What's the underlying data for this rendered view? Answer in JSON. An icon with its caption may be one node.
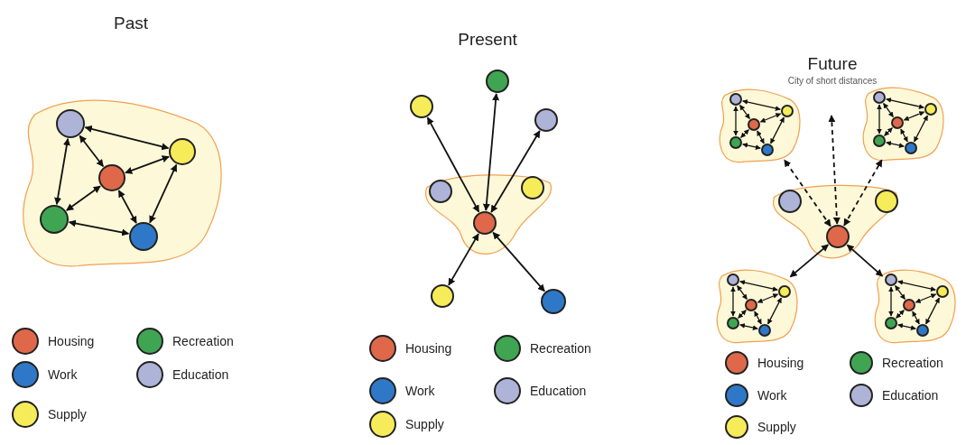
{
  "diagram": {
    "nodes": [
      {
        "text": [],
        "shape": "blob"
      },
      {
        "text": [],
        "shape": "circle",
        "in": 0
      },
      {
        "text": [],
        "shape": "circle",
        "in": 0
      },
      {
        "text": [],
        "shape": "circle",
        "in": 0
      },
      {
        "text": [],
        "shape": "circle",
        "in": 0
      },
      {
        "text": [],
        "shape": "circle",
        "in": 0
      },
      {
        "text": [],
        "shape": "circle"
      },
      {
        "text": [],
        "shape": "circle"
      },
      {
        "text": [],
        "shape": "circle"
      },
      {
        "text": [],
        "shape": "blob"
      },
      {
        "text": [],
        "shape": "circle",
        "in": 9
      },
      {
        "text": [],
        "shape": "circle",
        "in": 9
      },
      {
        "text": [],
        "shape": "circle",
        "in": 9
      },
      {
        "text": [],
        "shape": "circle"
      },
      {
        "text": [],
        "shape": "circle"
      },
      {
        "text": [],
        "shape": "blob"
      },
      {
        "text": [],
        "shape": "circle",
        "in": 15
      },
      {
        "text": [],
        "shape": "circle",
        "in": 15
      },
      {
        "text": [],
        "shape": "circle",
        "in": 15
      },
      {
        "text": [],
        "shape": "circle",
        "in": 15
      },
      {
        "text": [],
        "shape": "circle",
        "in": 15
      },
      {
        "text": [],
        "shape": "blob"
      },
      {
        "text": [],
        "shape": "circle",
        "in": 21
      },
      {
        "text": [],
        "shape": "circle",
        "in": 21
      },
      {
        "text": [],
        "shape": "circle",
        "in": 21
      },
      {
        "text": [],
        "shape": "circle",
        "in": 21
      },
      {
        "text": [],
        "shape": "circle",
        "in": 21
      },
      {
        "text": [],
        "shape": "blob"
      },
      {
        "text": [],
        "shape": "circle",
        "in": 27
      },
      {
        "text": [],
        "shape": "circle",
        "in": 27
      },
      {
        "text": [],
        "shape": "circle",
        "in": 27
      },
      {
        "text": [],
        "shape": "blob"
      },
      {
        "text": [],
        "shape": "circle",
        "in": 31
      },
      {
        "text": [],
        "shape": "circle",
        "in": 31
      },
      {
        "text": [],
        "shape": "circle",
        "in": 31
      },
      {
        "text": [],
        "shape": "circle",
        "in": 31
      },
      {
        "text": [],
        "shape": "circle",
        "in": 31
      },
      {
        "text": [],
        "shape": "blob"
      },
      {
        "text": [],
        "shape": "circle",
        "in": 37
      },
      {
        "text": [],
        "shape": "circle",
        "in": 37
      },
      {
        "text": [],
        "shape": "circle",
        "in": 37
      },
      {
        "text": [],
        "shape": "circle",
        "in": 37
      },
      {
        "text": [],
        "shape": "circle",
        "in": 37
      }
    ],
    "edges": [
      {
        "from": 1,
        "to": 2,
        "arrow": "both"
      },
      {
        "from": 1,
        "to": 3,
        "arrow": "both"
      },
      {
        "from": 1,
        "to": 4,
        "arrow": "both"
      },
      {
        "from": 2,
        "to": 3,
        "arrow": "both"
      },
      {
        "from": 2,
        "to": 5,
        "arrow": "both"
      },
      {
        "from": 3,
        "to": 4,
        "arrow": "both"
      },
      {
        "from": 3,
        "to": 5,
        "arrow": "both"
      },
      {
        "from": 4,
        "to": 5,
        "arrow": "both"
      },
      {
        "from": 12,
        "to": 6,
        "arrow": "both"
      },
      {
        "from": 12,
        "to": 7,
        "arrow": "both"
      },
      {
        "from": 12,
        "to": 8,
        "arrow": "both"
      },
      {
        "from": 12,
        "to": 13,
        "arrow": "both"
      },
      {
        "from": 12,
        "to": 14,
        "arrow": "both"
      },
      {
        "from": 16,
        "to": 17,
        "arrow": "both"
      },
      {
        "from": 16,
        "to": 18,
        "arrow": "both"
      },
      {
        "from": 16,
        "to": 19,
        "arrow": "both"
      },
      {
        "from": 17,
        "to": 18,
        "arrow": "both"
      },
      {
        "from": 17,
        "to": 20,
        "arrow": "both"
      },
      {
        "from": 18,
        "to": 19,
        "arrow": "both"
      },
      {
        "from": 18,
        "to": 20,
        "arrow": "both"
      },
      {
        "from": 19,
        "to": 20,
        "arrow": "both"
      },
      {
        "from": 22,
        "to": 23,
        "arrow": "both"
      },
      {
        "from": 22,
        "to": 24,
        "arrow": "both"
      },
      {
        "from": 22,
        "to": 25,
        "arrow": "both"
      },
      {
        "from": 23,
        "to": 24,
        "arrow": "both"
      },
      {
        "from": 23,
        "to": 26,
        "arrow": "both"
      },
      {
        "from": 24,
        "to": 25,
        "arrow": "both"
      },
      {
        "from": 24,
        "to": 26,
        "arrow": "both"
      },
      {
        "from": 25,
        "to": 26,
        "arrow": "both"
      },
      {
        "from": 30,
        "to": 15,
        "arrow": "both",
        "style": "dashed"
      },
      {
        "from": 30,
        "to": null,
        "arrow": "both",
        "style": "dashed"
      },
      {
        "from": 30,
        "to": 21,
        "arrow": "both",
        "style": "dashed"
      },
      {
        "from": 30,
        "to": 31,
        "arrow": "both"
      },
      {
        "from": 30,
        "to": 37,
        "arrow": "both"
      },
      {
        "from": 32,
        "to": 33,
        "arrow": "both"
      },
      {
        "from": 32,
        "to": 34,
        "arrow": "both"
      },
      {
        "from": 32,
        "to": 35,
        "arrow": "both"
      },
      {
        "from": 33,
        "to": 34,
        "arrow": "both"
      },
      {
        "from": 33,
        "to": 36,
        "arrow": "both"
      },
      {
        "from": 34,
        "to": 35,
        "arrow": "both"
      },
      {
        "from": 34,
        "to": 36,
        "arrow": "both"
      },
      {
        "from": 35,
        "to": 36,
        "arrow": "both"
      },
      {
        "from": 38,
        "to": 39,
        "arrow": "both"
      },
      {
        "from": 38,
        "to": 40,
        "arrow": "both"
      },
      {
        "from": 38,
        "to": 41,
        "arrow": "both"
      },
      {
        "from": 39,
        "to": 40,
        "arrow": "both"
      },
      {
        "from": 39,
        "to": 42,
        "arrow": "both"
      },
      {
        "from": 40,
        "to": 41,
        "arrow": "both"
      },
      {
        "from": 40,
        "to": 42,
        "arrow": "both"
      },
      {
        "from": 41,
        "to": 42,
        "arrow": "both"
      }
    ],
    "labels": [
      "Past",
      "Present",
      "Future",
      "City of short distances"
    ],
    "legend": [
      {
        "text": "Housing",
        "color": "#e0684a"
      },
      {
        "text": "Recreation",
        "color": "#3fa552"
      },
      {
        "text": "Work",
        "color": "#2f78c8"
      },
      {
        "text": "Education",
        "color": "#aeb3d8"
      },
      {
        "text": "Supply",
        "color": "#f6ec5a"
      },
      {
        "text": "Housing",
        "color": "#e0684a"
      },
      {
        "text": "Recreation",
        "color": "#3fa552"
      },
      {
        "text": "Work",
        "color": "#2f78c8"
      },
      {
        "text": "Education",
        "color": "#aeb3d8"
      },
      {
        "text": "Supply",
        "color": "#f6ec5a"
      },
      {
        "text": "Housing",
        "color": "#e0684a"
      },
      {
        "text": "Recreation",
        "color": "#3fa552"
      },
      {
        "text": "Work",
        "color": "#2f78c8"
      },
      {
        "text": "Education",
        "color": "#aeb3d8"
      },
      {
        "text": "Supply",
        "color": "#f6ec5a"
      }
    ]
  }
}
